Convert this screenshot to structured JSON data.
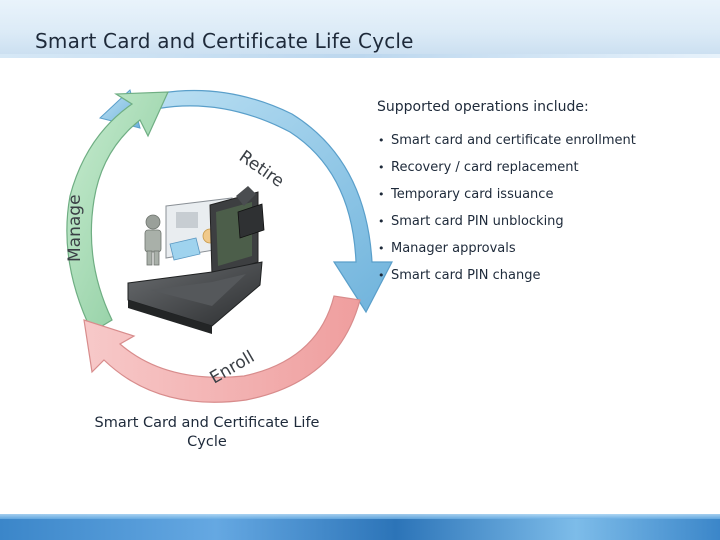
{
  "slide": {
    "title": "Smart Card and Certificate Life Cycle"
  },
  "diagram": {
    "labels": {
      "retire": "Retire",
      "manage": "Manage",
      "enroll": "Enroll"
    },
    "caption": "Smart Card and Certificate Life Cycle",
    "colors": {
      "retire_arrow": "#8fc6e6",
      "manage_arrow": "#a8dbb6",
      "enroll_arrow": "#f3b8b8"
    },
    "icons": [
      "person-icon",
      "smart-card-icon",
      "laptop-icon",
      "card-reader-icon"
    ]
  },
  "operations": {
    "heading": "Supported operations include:",
    "items": [
      "Smart card and certificate enrollment",
      "Recovery / card replacement",
      "Temporary card issuance",
      "Smart card PIN unblocking",
      "Manager approvals",
      "Smart card PIN change"
    ]
  }
}
